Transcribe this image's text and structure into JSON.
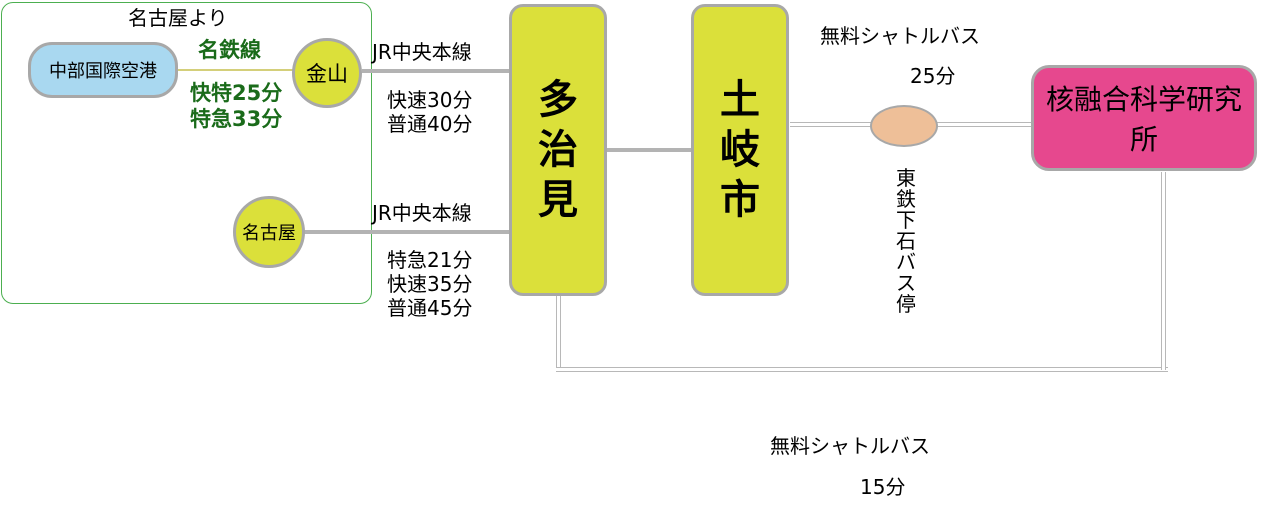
{
  "colors": {
    "station_fill": "#dbe03a",
    "airport_fill": "#a9d8f0",
    "institute_fill": "#e6488e",
    "bus_stop_fill": "#eebf98",
    "region_border": "#4caf50",
    "meitetsu_text": "#1a6b1a",
    "line_gray": "#b3b3b3"
  },
  "region": {
    "label": "名古屋より"
  },
  "stations": {
    "airport": "中部国際空港",
    "kanayama": "金山",
    "nagoya": "名古屋",
    "tajimi": "多\n治\n見",
    "tokishi": "土\n岐\n市",
    "institute": "核融合科学研究所",
    "bus_stop": "東\n鉄\n下\n石\nバ\nス\n停"
  },
  "routes": {
    "meitetsu": {
      "name": "名鉄線",
      "times": [
        "快特25分",
        "特急33分"
      ]
    },
    "jr_kanayama": {
      "name": "JR中央本線",
      "times": [
        "快速30分",
        "普通40分"
      ]
    },
    "jr_nagoya": {
      "name": "JR中央本線",
      "times": [
        "特急21分",
        "快速35分",
        "普通45分"
      ]
    },
    "shuttle_toki": {
      "name": "無料シャトルバス",
      "time": "25分"
    },
    "shuttle_tajimi": {
      "name": "無料シャトルバス",
      "time": "15分"
    }
  }
}
